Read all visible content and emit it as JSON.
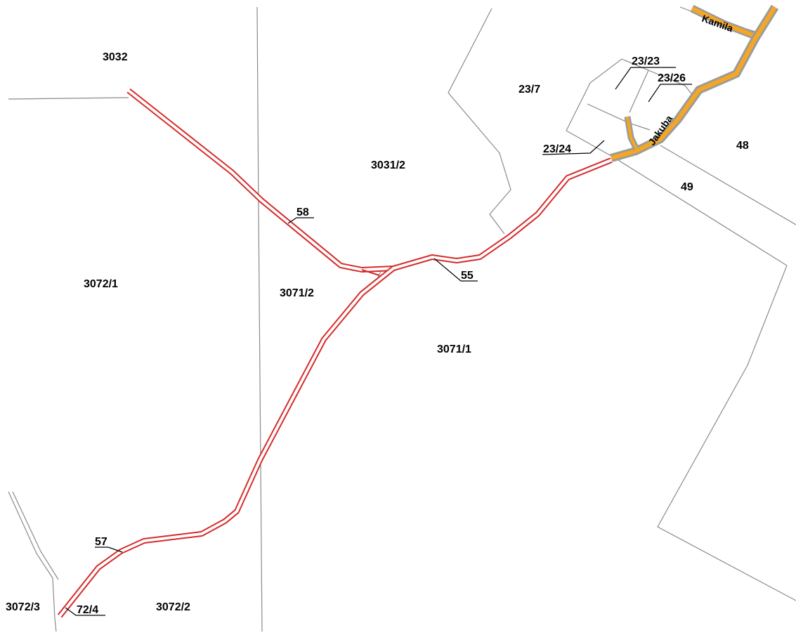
{
  "map": {
    "parcels": {
      "p3032": "3032",
      "p3072_1": "3072/1",
      "p3071_2": "3071/2",
      "p3031_2": "3031/2",
      "p3071_1": "3071/1",
      "p23_7": "23/7",
      "p48": "48",
      "p49": "49",
      "p3072_2": "3072/2",
      "p3072_3": "3072/3"
    },
    "callouts": {
      "c58": "58",
      "c55": "55",
      "c57": "57",
      "c72_4": "72/4",
      "c23_23": "23/23",
      "c23_26": "23/26",
      "c23_24": "23/24"
    },
    "streets": {
      "kamila": "Kamila",
      "jakuba": "Jakuba"
    },
    "colors": {
      "road_outline": "#d62b2b",
      "street_fill": "#f5a623",
      "parcel_line": "#8a8a8a"
    }
  }
}
